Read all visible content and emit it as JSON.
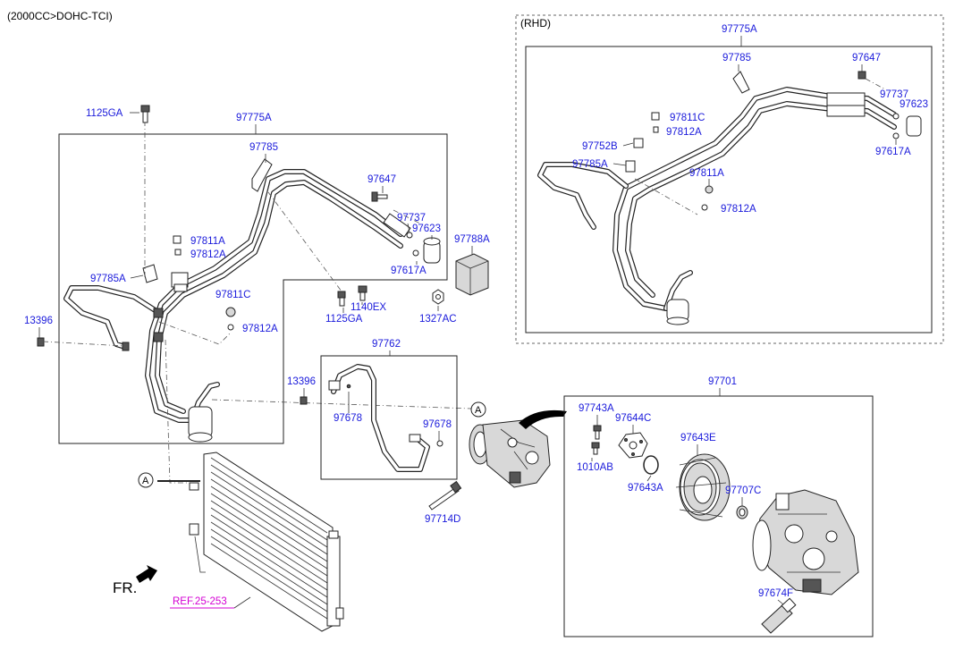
{
  "header": {
    "engine": "(2000CC>DOHC-TCI)",
    "rhd": "(RHD)"
  },
  "labels": {
    "l_1125GA_top": "1125GA",
    "l_97775A": "97775A",
    "l_97785": "97785",
    "l_97647": "97647",
    "l_97737": "97737",
    "l_97623": "97623",
    "l_97788A": "97788A",
    "l_97811A": "97811A",
    "l_97812A": "97812A",
    "l_97617A": "97617A",
    "l_97785A": "97785A",
    "l_97811C": "97811C",
    "l_97812A_b": "97812A",
    "l_13396": "13396",
    "l_1140EX": "1140EX",
    "l_1125GA_mid": "1125GA",
    "l_1327AC": "1327AC",
    "l_97762": "97762",
    "l_13396_b": "13396",
    "l_97678": "97678",
    "l_97678_b": "97678",
    "l_97714D": "97714D",
    "l_ref": "REF.25-253",
    "l_fr": "FR.",
    "l_circleA": "A",
    "l_circleA2": "A",
    "r_97775A": "97775A",
    "r_97785": "97785",
    "r_97647": "97647",
    "r_97737": "97737",
    "r_97623": "97623",
    "r_97811C": "97811C",
    "r_97812A": "97812A",
    "r_97752B": "97752B",
    "r_97785A": "97785A",
    "r_97811A": "97811A",
    "r_97812A_b": "97812A",
    "r_97617A": "97617A",
    "c_97701": "97701",
    "c_97743A": "97743A",
    "c_97644C": "97644C",
    "c_97643E": "97643E",
    "c_1010AB": "1010AB",
    "c_97643A": "97643A",
    "c_97707C": "97707C",
    "c_97674F": "97674F"
  },
  "colors": {
    "part_label": "#1a1adb",
    "reference": "#d400d4",
    "line": "#222222"
  }
}
